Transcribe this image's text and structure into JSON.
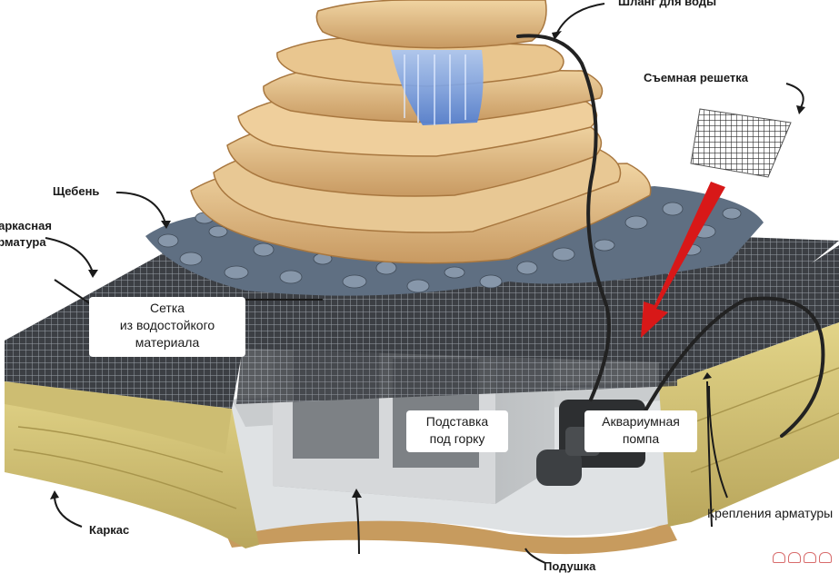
{
  "labels": {
    "water_hose": "Шланг для воды",
    "removable_grate": "Съемная решетка",
    "gravel": "Щебень",
    "rebar_line1": "Каркасная",
    "rebar_line2": "арматура",
    "mesh_line1": "Сетка",
    "mesh_line2": "из водостойкого",
    "mesh_line3": "материала",
    "stand_line1": "Подставка",
    "stand_line2": "под горку",
    "pump_line1": "Аквариумная",
    "pump_line2": "помпа",
    "rebar_fasteners": "Крепления арматуры",
    "frame": "Каркас",
    "cushion": "Подушка"
  },
  "colors": {
    "stone": "#e3c08c",
    "stone_dark": "#b98a55",
    "wood": "#d9cc7e",
    "gravel": "#6f7f92",
    "water": "#6f9be0",
    "arrow": "#d81818"
  }
}
